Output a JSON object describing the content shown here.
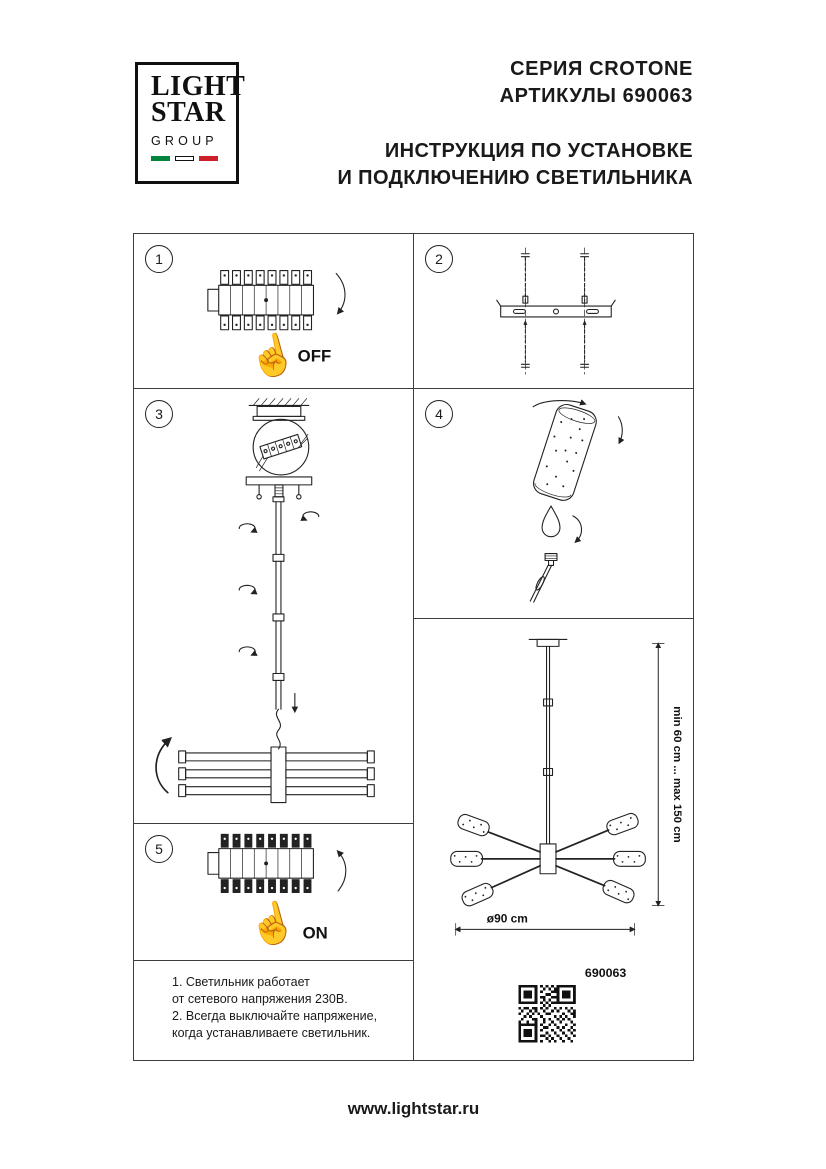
{
  "logo": {
    "line1": "LIGHT",
    "line2": "STAR",
    "line3": "GROUP"
  },
  "header": {
    "series": "СЕРИЯ CROTONE",
    "articles": "АРТИКУЛЫ 690063",
    "instruction_line1": "ИНСТРУКЦИЯ ПО УСТАНОВКЕ",
    "instruction_line2": "И ПОДКЛЮЧЕНИЮ СВЕТИЛЬНИКА"
  },
  "steps": [
    {
      "number": "1",
      "label": "OFF"
    },
    {
      "number": "2",
      "label": ""
    },
    {
      "number": "3",
      "label": ""
    },
    {
      "number": "4",
      "label": ""
    },
    {
      "number": "5",
      "label": "ON"
    }
  ],
  "final_panel": {
    "height_range": "min 60 cm ... max 150 cm",
    "diameter": "ø90 cm",
    "article_number": "690063"
  },
  "notes": {
    "lines": [
      "1. Светильник работает",
      "от сетевого напряжения 230В.",
      "2. Всегда выключайте напряжение,",
      "когда устанавливаете светильник."
    ]
  },
  "icons": {
    "hand_pointing": "☝"
  },
  "footer": {
    "url": "www.lightstar.ru"
  },
  "colors": {
    "flag_green": "#00853E",
    "flag_white": "#FFFFFF",
    "flag_red": "#CD212A",
    "ink": "#1A1A1A"
  }
}
